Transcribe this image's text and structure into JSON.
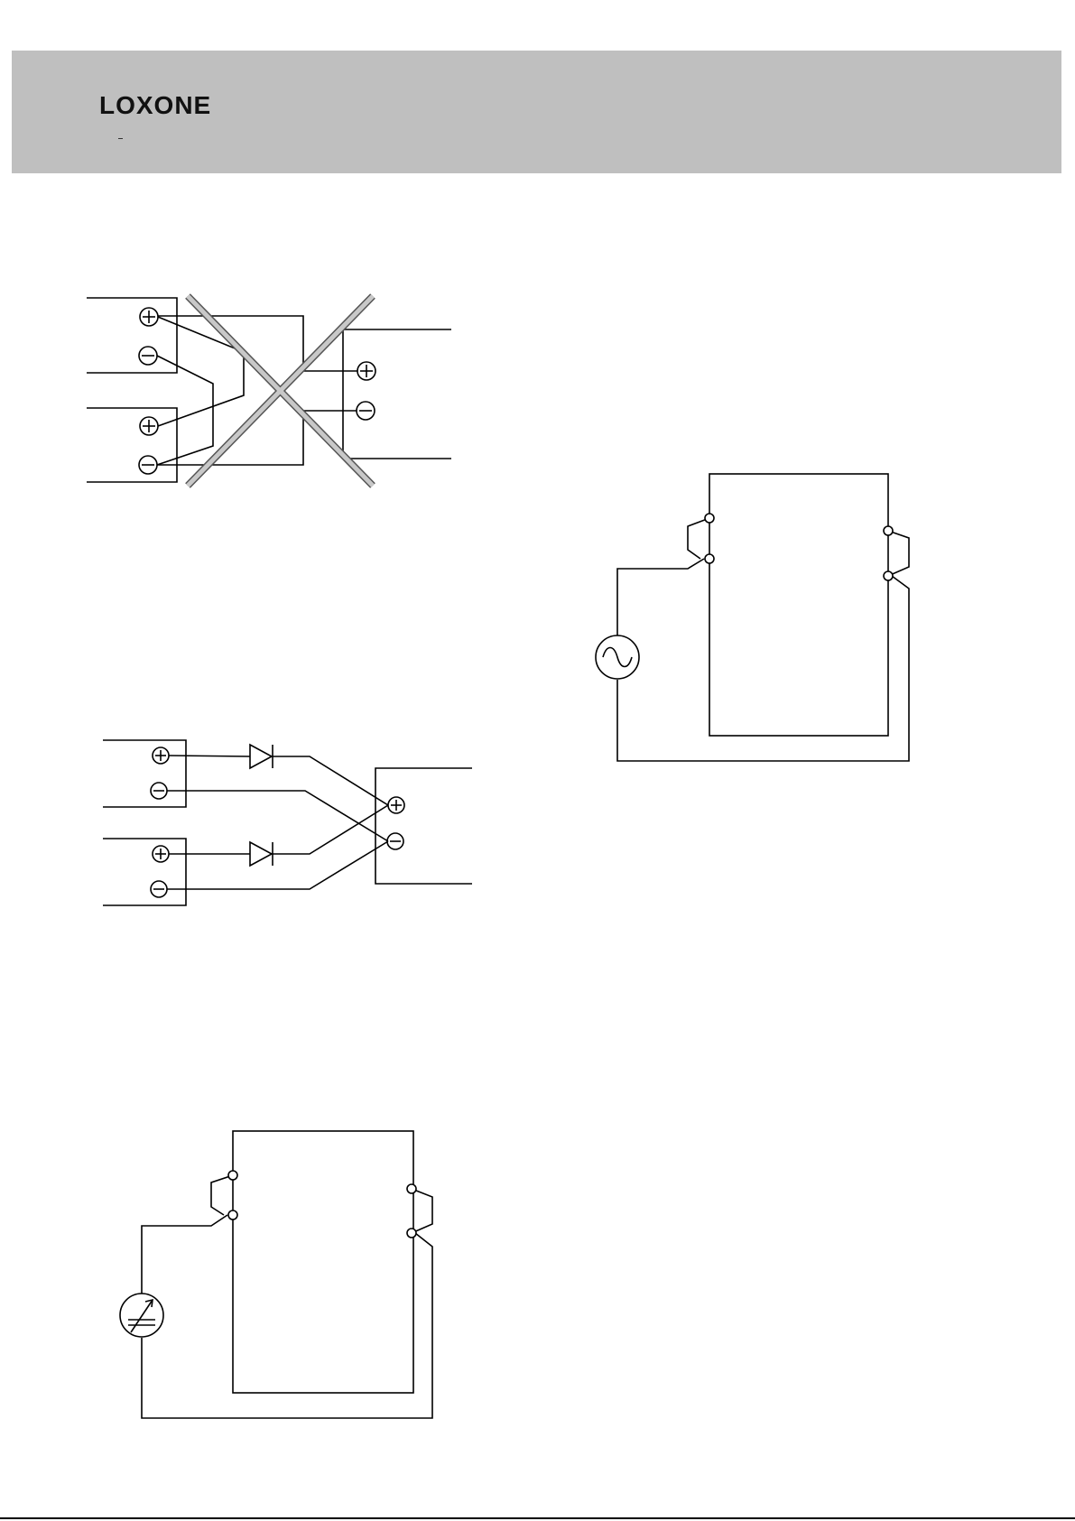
{
  "header": {
    "brand": "LOXONE",
    "colors": {
      "band": "#bfbfbf",
      "logo": "#111111"
    }
  },
  "diagrams": {
    "wrong_parallel_wiring": {
      "symbols": [
        "plus-terminal",
        "minus-terminal",
        "cross-out"
      ],
      "cross_color": "#c8c8c8"
    },
    "diode_parallel_wiring": {
      "symbols": [
        "plus-terminal",
        "minus-terminal",
        "diode"
      ]
    },
    "ac_source_connection": {
      "symbols": [
        "terminal",
        "ac-source"
      ]
    },
    "variable_source_connection": {
      "symbols": [
        "terminal",
        "variable-source"
      ]
    }
  }
}
